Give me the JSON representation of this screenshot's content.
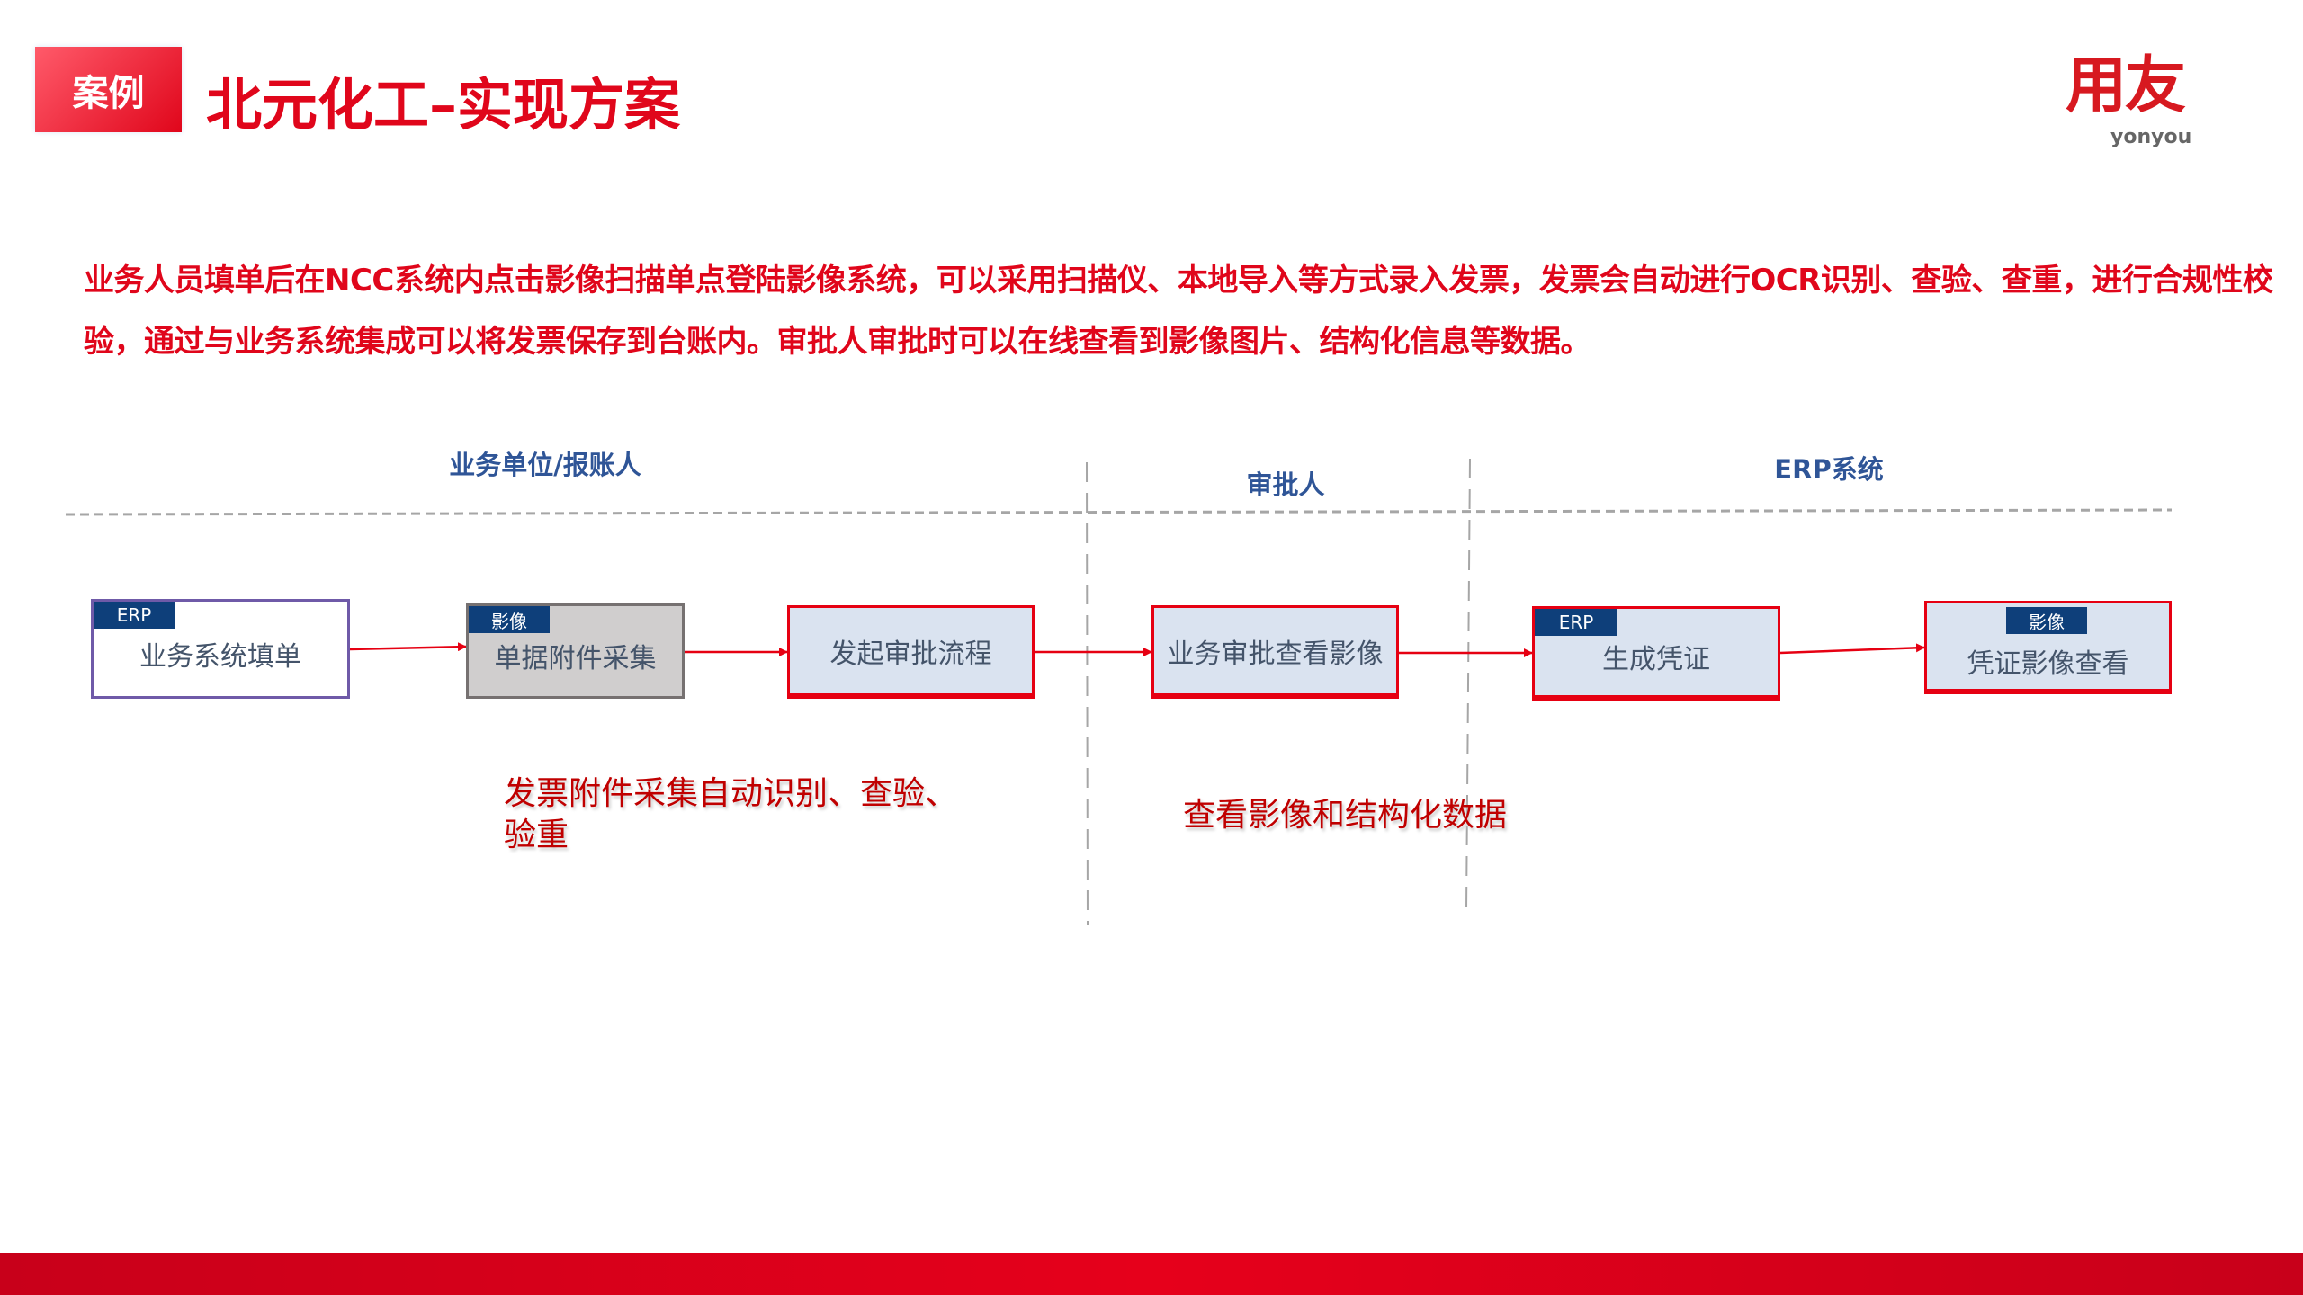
{
  "header": {
    "badge": "案例",
    "title": "北元化工–实现方案",
    "logo": "用友",
    "logo_sub": "yonyou"
  },
  "description": "业务人员填单后在NCC系统内点击影像扫描单点登陆影像系统，可以采用扫描仪、本地导入等方式录入发票，发票会自动进行OCR识别、查验、查重，进行合规性校验，通过与业务系统集成可以将发票保存到台账内。审批人审批时可以在线查看到影像图片、结构化信息等数据。",
  "lanes": [
    "业务单位/报账人",
    "审批人",
    "ERP系统"
  ],
  "steps": [
    {
      "label": "业务系统填单",
      "tag": "ERP"
    },
    {
      "label": "单据附件采集",
      "tag": "影像"
    },
    {
      "label": "发起审批流程"
    },
    {
      "label": "业务审批查看影像"
    },
    {
      "label": "生成凭证",
      "tag": "ERP"
    },
    {
      "label": "凭证影像查看",
      "tag": "影像"
    }
  ],
  "notes": [
    "发票附件采集自动识别、查验、",
    "验重",
    "查看影像和结构化数据"
  ],
  "colors": {
    "brand_red": "#e0061b",
    "lane_blue": "#2f5597",
    "tag_blue": "#0e3f7a",
    "box_fill": "#dae3f0"
  }
}
